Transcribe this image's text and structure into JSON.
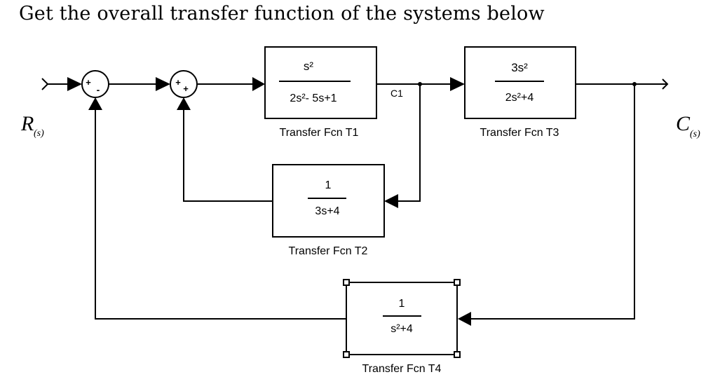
{
  "title": "Get the overall transfer function of the systems below",
  "input_label": {
    "main": "R",
    "sub": "(s)"
  },
  "output_label": {
    "main": "C",
    "sub": "(s)"
  },
  "signal_label": "C1",
  "summing_junctions": [
    {
      "id": "sum1",
      "signs": [
        "+",
        "-"
      ]
    },
    {
      "id": "sum2",
      "signs": [
        "+",
        "+"
      ]
    }
  ],
  "blocks": {
    "t1": {
      "label": "Transfer Fcn T1",
      "num": "s²",
      "den": "2s²- 5s+1"
    },
    "t2": {
      "label": "Transfer Fcn T2",
      "num": "1",
      "den": "3s+4"
    },
    "t3": {
      "label": "Transfer Fcn T3",
      "num": "3s²",
      "den": "2s²+4"
    },
    "t4": {
      "label": "Transfer Fcn T4",
      "num": "1",
      "den": "s²+4"
    }
  }
}
